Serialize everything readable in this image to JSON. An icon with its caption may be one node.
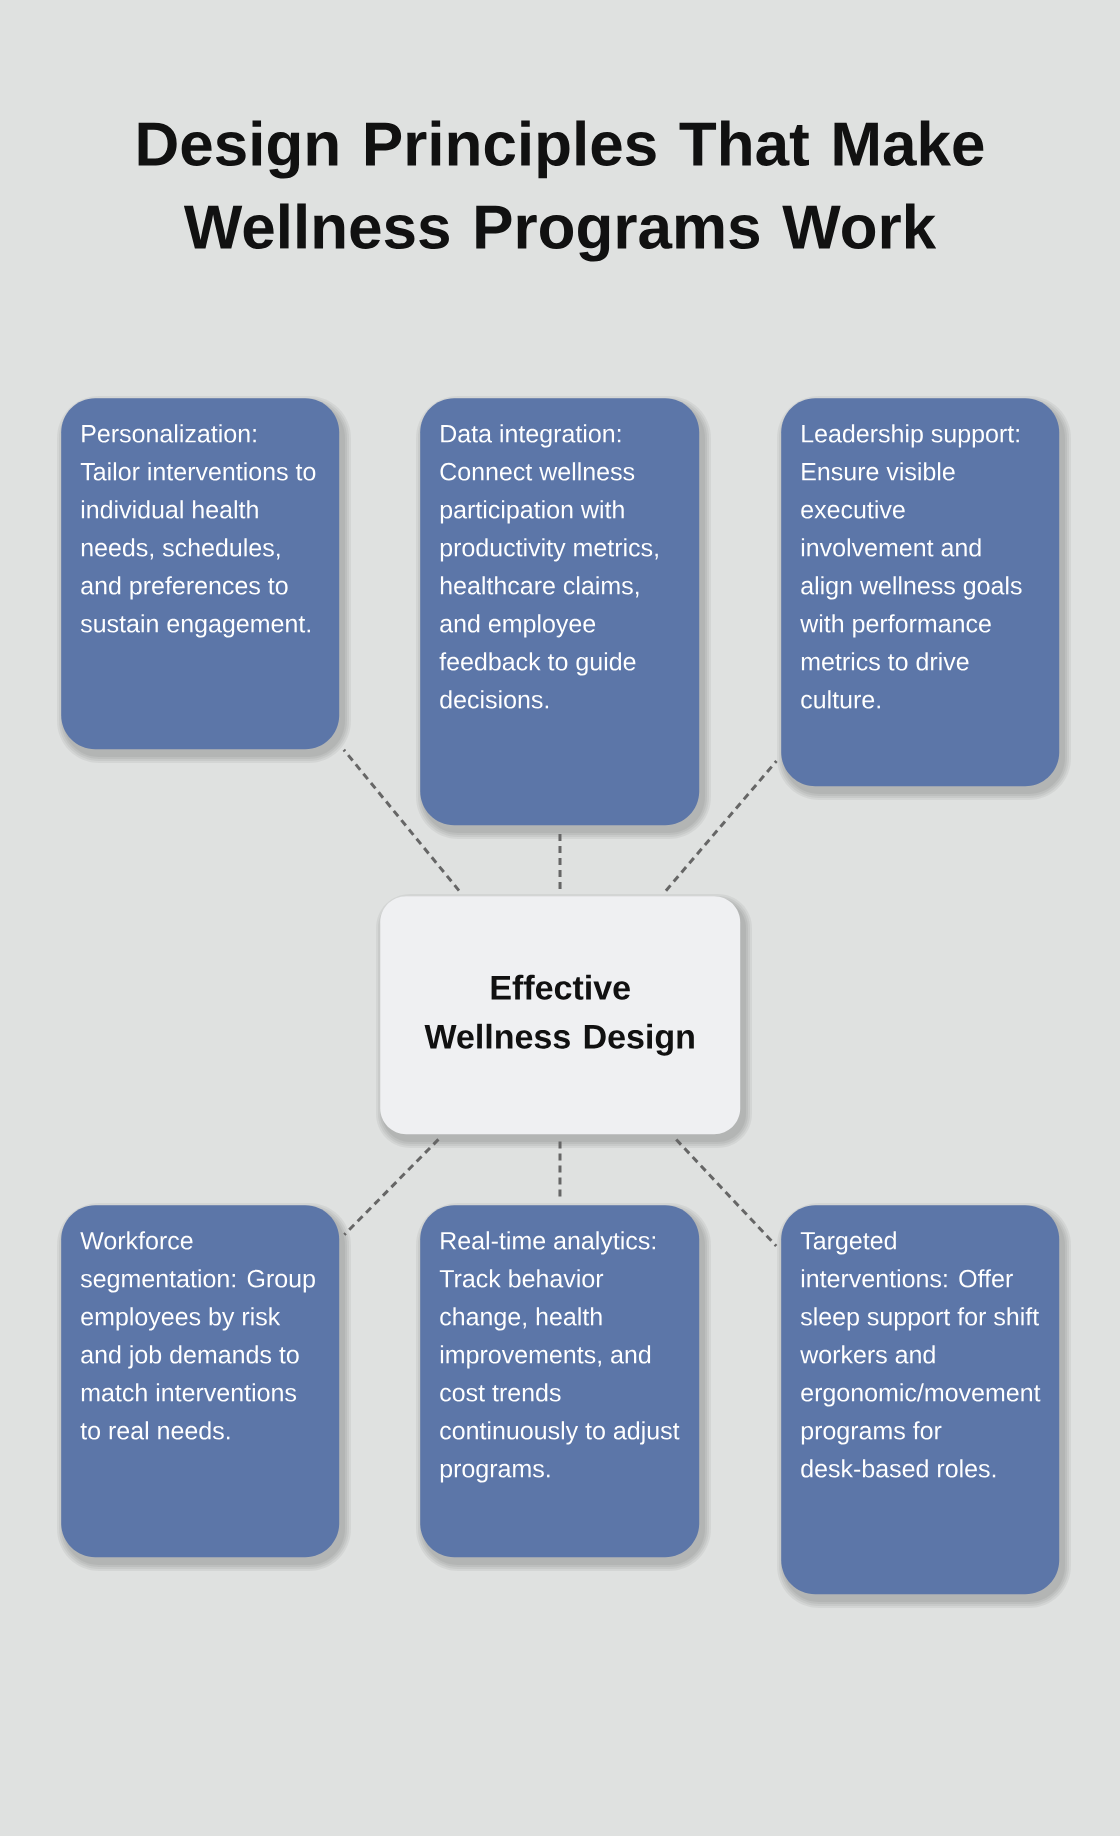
{
  "diagram": {
    "title": "Design Principles That Make Wellness Programs Work",
    "nodes": [
      {
        "text": [
          "Personalization: Tailor interventions to individual health needs, schedules, and preferences to sustain engagement."
        ]
      },
      {
        "text": [
          "Data integration: Connect wellness participation with productivity metrics, healthcare claims, and employee feedback to guide decisions."
        ]
      },
      {
        "text": [
          "Leadership support: Ensure visible executive involvement and align wellness goals with performance metrics to drive culture."
        ]
      },
      {
        "text": [
          "Effective Wellness Design"
        ]
      },
      {
        "text": [
          "Workforce segmentation: Group employees by risk and job demands to match interventions to real needs."
        ]
      },
      {
        "text": [
          "Real-time analytics: Track behavior change, health improvements, and cost trends continuously to adjust programs."
        ]
      },
      {
        "text": [
          "Targeted interventions: Offer sleep support for shift workers and ergonomic/movement programs for desk-based roles."
        ]
      }
    ],
    "edges": [
      {
        "from": 3,
        "to": 0,
        "arrow": "none",
        "style": "dashed"
      },
      {
        "from": 3,
        "to": 1,
        "arrow": "none",
        "style": "dashed"
      },
      {
        "from": 3,
        "to": 2,
        "arrow": "none",
        "style": "dashed"
      },
      {
        "from": 3,
        "to": 4,
        "arrow": "none",
        "style": "dashed"
      },
      {
        "from": 3,
        "to": 5,
        "arrow": "none",
        "style": "dashed"
      },
      {
        "from": 3,
        "to": 6,
        "arrow": "none",
        "style": "dashed"
      }
    ]
  }
}
